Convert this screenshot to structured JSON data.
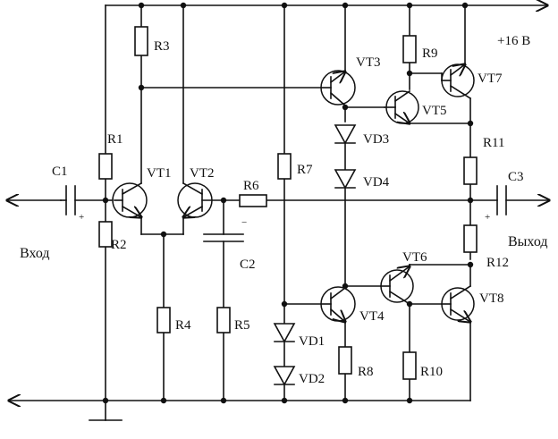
{
  "supply_label": "+16 В",
  "input_label": "Вход",
  "output_label": "Выход",
  "capacitor_plus": "+",
  "capacitor_minus": "−",
  "resistors": {
    "R1": "R1",
    "R2": "R2",
    "R3": "R3",
    "R4": "R4",
    "R5": "R5",
    "R6": "R6",
    "R7": "R7",
    "R8": "R8",
    "R9": "R9",
    "R10": "R10",
    "R11": "R11",
    "R12": "R12"
  },
  "capacitors": {
    "C1": "C1",
    "C2": "C2",
    "C3": "C3"
  },
  "transistors": {
    "VT1": "VT1",
    "VT2": "VT2",
    "VT3": "VT3",
    "VT4": "VT4",
    "VT5": "VT5",
    "VT6": "VT6",
    "VT7": "VT7",
    "VT8": "VT8"
  },
  "diodes": {
    "VD1": "VD1",
    "VD2": "VD2",
    "VD3": "VD3",
    "VD4": "VD4"
  }
}
